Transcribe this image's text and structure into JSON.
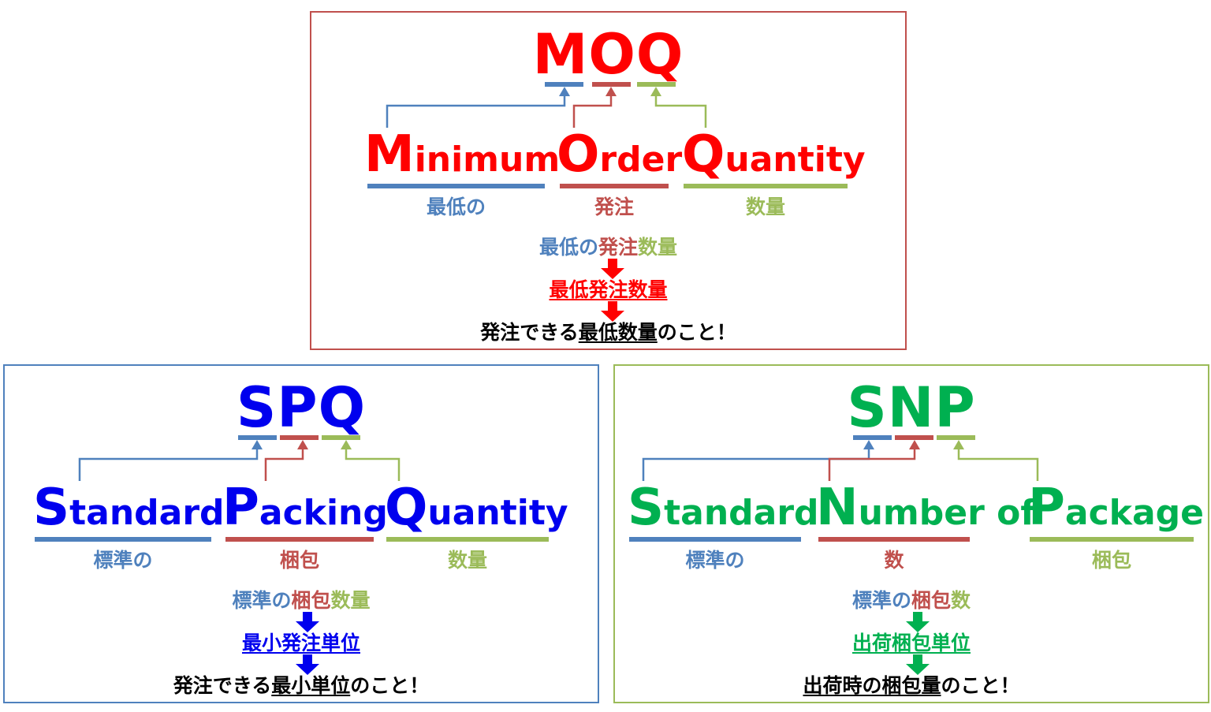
{
  "colors": {
    "red": "#ff0000",
    "blue": "#0000ee",
    "green": "#00b050",
    "bar_blue": "#4f81bd",
    "bar_red": "#c0504d",
    "bar_green": "#9bbb59",
    "black": "#000000"
  },
  "moq": {
    "acronym": "MOQ",
    "words": [
      {
        "initial": "M",
        "rest": "inimum",
        "meaning": "最低の"
      },
      {
        "initial": "O",
        "rest": "rder",
        "meaning": "発注"
      },
      {
        "initial": "Q",
        "rest": "uantity",
        "meaning": "数量"
      }
    ],
    "line1": [
      "最低の",
      "発注",
      "数量"
    ],
    "line2": "最低発注数量",
    "line3_pre": "発注できる",
    "line3_em": "最低数量",
    "line3_post": "のこと！"
  },
  "spq": {
    "acronym": "SPQ",
    "words": [
      {
        "initial": "S",
        "rest": "tandard",
        "meaning": "標準の"
      },
      {
        "initial": "P",
        "rest": "acking",
        "meaning": "梱包"
      },
      {
        "initial": "Q",
        "rest": "uantity",
        "meaning": "数量"
      }
    ],
    "line1": [
      "標準の",
      "梱包",
      "数量"
    ],
    "line2": "最小発注単位",
    "line3_pre": "発注できる",
    "line3_em": "最小単位",
    "line3_post": "のこと！"
  },
  "snp": {
    "acronym": "SNP",
    "words": [
      {
        "initial": "S",
        "rest": "tandard",
        "meaning": "標準の"
      },
      {
        "initial": "N",
        "rest": "umber of",
        "meaning": "数"
      },
      {
        "initial": "P",
        "rest": "ackage",
        "meaning": "梱包"
      }
    ],
    "line1": [
      "標準の",
      "梱包",
      "数"
    ],
    "line2": "出荷梱包単位",
    "line3_em": "出荷時の梱包量",
    "line3_post": "のこと！"
  }
}
